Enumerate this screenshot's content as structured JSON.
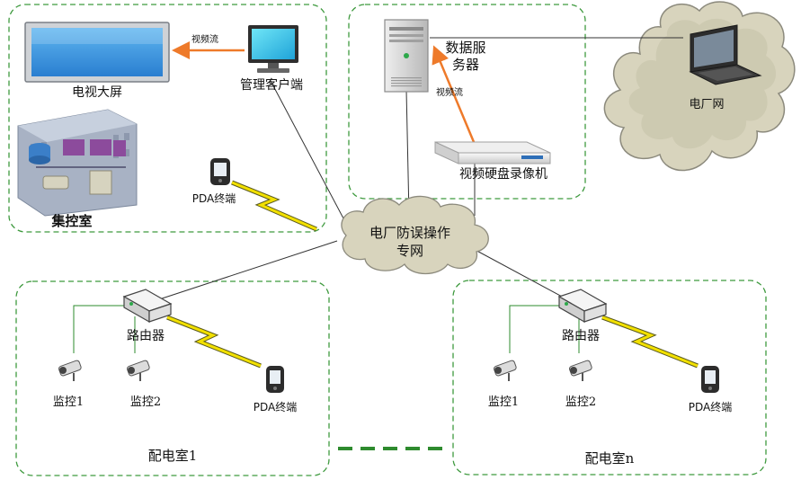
{
  "zones": {
    "control_room": "集控室",
    "data_room": "",
    "dist_room_1": "配电室1",
    "dist_room_n": "配电室n"
  },
  "devices": {
    "tv_wall": "电视大屏",
    "client": "管理客户端",
    "server_line1": "数据服",
    "server_line2": "务器",
    "nvr": "视频硬盘录像机",
    "plant_net": "电厂网",
    "pda_top": "PDA终端",
    "router_1": "路由器",
    "cam_1_1": "监控1",
    "cam_1_2": "监控2",
    "pda_1": "PDA终端",
    "router_n": "路由器",
    "cam_n_1": "监控1",
    "cam_n_2": "监控2",
    "pda_n": "PDA终端"
  },
  "network_cloud": {
    "line1": "电厂防误操作",
    "line2": "专网"
  },
  "flows": {
    "client_to_tv": "视频流",
    "nvr_to_server": "视频流"
  },
  "colors": {
    "zone_border": "#3f9a3f",
    "flow_arrow": "#ee7a2a",
    "wireless": "#f2e000",
    "cloud_fill": "#d8d4bd",
    "link_line": "#333333",
    "cam_link": "#2e8b2e"
  }
}
